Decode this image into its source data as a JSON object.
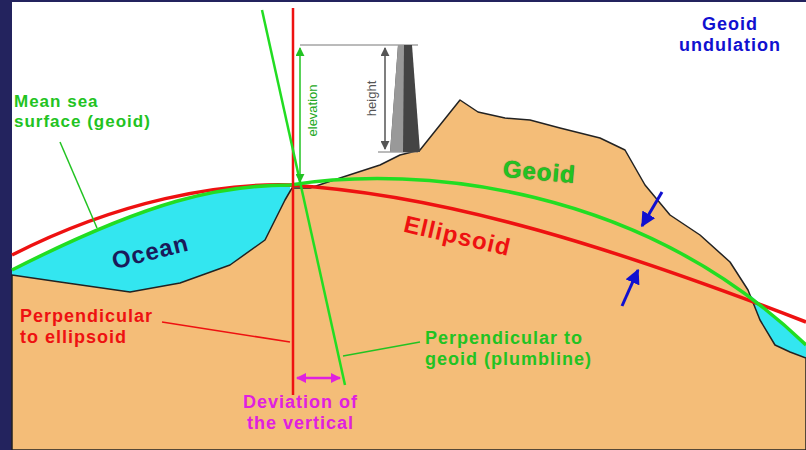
{
  "diagram": {
    "labels": [
      "Mean sea surface (geoid)",
      "Geoid undulation",
      "Geoid",
      "Ocean",
      "Ellipsoid",
      "Perpendicular to ellipsoid",
      "Perpendicular to geoid (plumbline)",
      "Deviation of the vertical",
      "elevation",
      "height"
    ]
  }
}
